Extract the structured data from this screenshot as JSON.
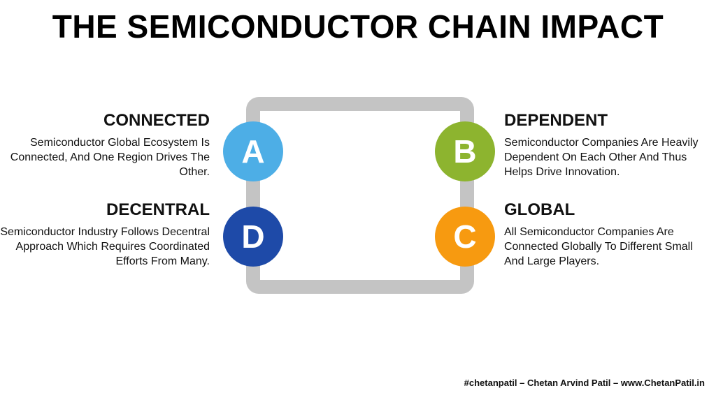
{
  "title": "THE SEMICONDUCTOR CHAIN IMPACT",
  "items": {
    "a": {
      "letter": "A",
      "heading": "CONNECTED",
      "text": "Semiconductor Global Ecosystem Is Connected, And One Region Drives The Other.",
      "color": "#4daee6"
    },
    "b": {
      "letter": "B",
      "heading": "DEPENDENT",
      "text": "Semiconductor Companies Are Heavily Dependent On Each Other And Thus Helps Drive Innovation.",
      "color": "#8db42f"
    },
    "c": {
      "letter": "C",
      "heading": "GLOBAL",
      "text": "All Semiconductor Companies Are Connected Globally To Different Small And Large Players.",
      "color": "#f79a10"
    },
    "d": {
      "letter": "D",
      "heading": "DECENTRAL",
      "text": "Semiconductor Industry Follows Decentral Approach Which Requires Coordinated Efforts From Many.",
      "color": "#1e4aa8"
    }
  },
  "footer": "#chetanpatil – Chetan Arvind Patil – www.ChetanPatil.in"
}
